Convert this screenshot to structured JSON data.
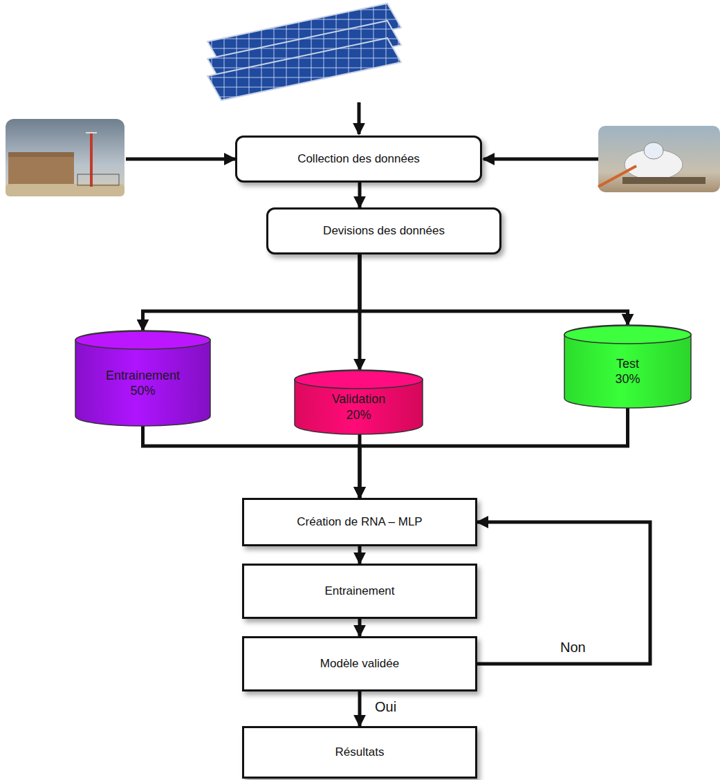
{
  "diagram": {
    "nodes": [
      {
        "text": [
          "Collection des données"
        ]
      },
      {
        "text": [
          "Devisions des données"
        ]
      },
      {
        "text": [
          "Entrainement 50%"
        ]
      },
      {
        "text": [
          "Validation 20%"
        ]
      },
      {
        "text": [
          "Test 30%"
        ]
      },
      {
        "text": [
          "Création de RNA – MLP"
        ]
      },
      {
        "text": [
          "Entrainement"
        ]
      },
      {
        "text": [
          "Modèle validée"
        ]
      },
      {
        "text": [
          "Résultats"
        ]
      }
    ],
    "edges": [
      {
        "from": 0,
        "to": 1,
        "arrow": "to"
      },
      {
        "from": 1,
        "to": 2,
        "arrow": "to"
      },
      {
        "from": 1,
        "to": 3,
        "arrow": "to"
      },
      {
        "from": 1,
        "to": 4,
        "arrow": "to"
      },
      {
        "from": 2,
        "to": 5,
        "arrow": "to"
      },
      {
        "from": 3,
        "to": 5,
        "arrow": "to"
      },
      {
        "from": 4,
        "to": 5,
        "arrow": "to"
      },
      {
        "from": 5,
        "to": 6,
        "arrow": "to"
      },
      {
        "from": 6,
        "to": 7,
        "arrow": "to"
      },
      {
        "from": 7,
        "to": 5,
        "label": "Non",
        "arrow": "to"
      },
      {
        "from": 7,
        "to": 8,
        "label": "Oui",
        "arrow": "to"
      }
    ]
  }
}
